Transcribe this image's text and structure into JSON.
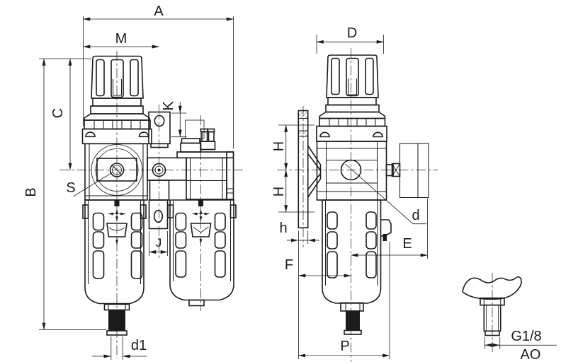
{
  "drawing": {
    "background": "#ffffff",
    "line_color": "#1b1b1b",
    "description": "dimensioned outline drawing of air filter-regulator-lubricator unit, front view, side view and thread detail",
    "labels": {
      "front_view": {
        "overall_width": "A",
        "knob_width": "M",
        "top_to_axis_height": "C",
        "overall_height": "B",
        "bracket_slot_height": "K",
        "adjust_screw": "S",
        "bracket_slot_width": "J",
        "drain_diameter": "d1"
      },
      "side_view": {
        "knob_depth": "D",
        "hole_pitch_upper": "H",
        "hole_pitch_lower": "H",
        "bracket_thickness": "h",
        "port_diameter": "d",
        "axis_to_gauge": "E",
        "mount_to_axis": "F",
        "overall_depth": "P"
      },
      "detail_view": {
        "thread_size": "G1/8",
        "port_designation": "AO"
      }
    }
  }
}
